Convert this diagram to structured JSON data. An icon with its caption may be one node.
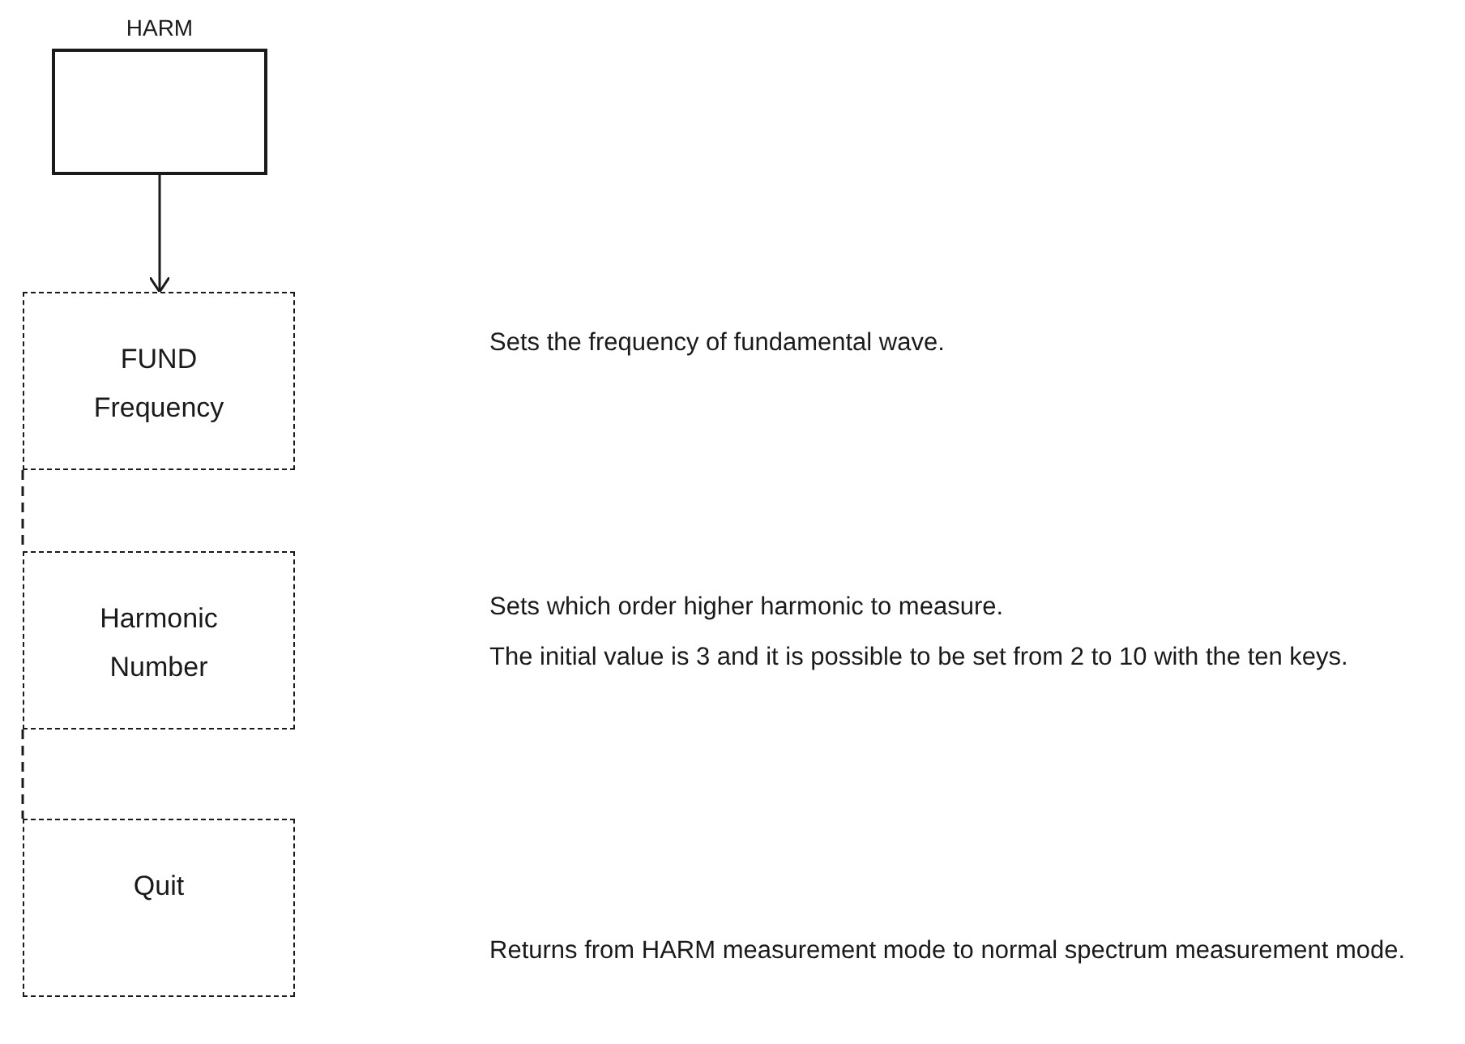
{
  "diagram": {
    "nodes": [
      {
        "text": [
          "HARM"
        ]
      },
      {
        "text": [
          "FUND Frequency"
        ]
      },
      {
        "text": [
          "Harmonic Number"
        ]
      },
      {
        "text": [
          "Quit"
        ]
      }
    ],
    "edges": [
      {
        "from": 0,
        "to": 1,
        "arrow": "to"
      },
      {
        "from": 1,
        "to": 2,
        "arrow": "none",
        "style": "dashed"
      },
      {
        "from": 2,
        "to": 3,
        "arrow": "none",
        "style": "dashed"
      }
    ],
    "labels": [
      "Sets the frequency of fundamental wave.",
      "Sets which order higher harmonic to measure.",
      "The initial value is 3 and it is possible to be set from 2 to 10 with the ten keys.",
      "Returns from HARM measurement mode to normal spectrum measurement mode."
    ]
  }
}
